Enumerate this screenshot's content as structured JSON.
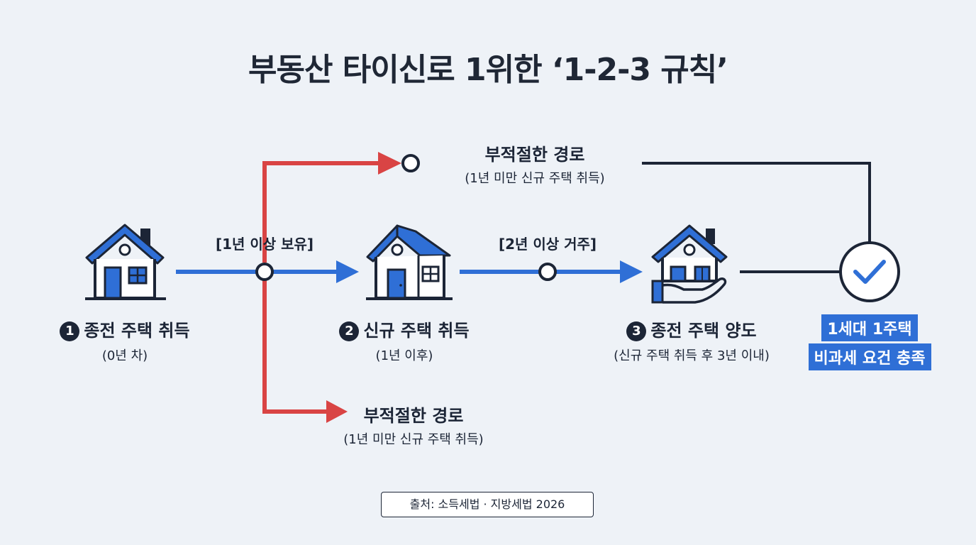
{
  "title": "부동산 타이신로 1위한 ‘1-2-3 규칙’",
  "steps": [
    {
      "number": "1",
      "title": "종전 주택 취득",
      "sub": "(0년 차)"
    },
    {
      "number": "2",
      "title": "신규 주택 취득",
      "sub": "(1년 이후)"
    },
    {
      "number": "3",
      "title": "종전 주택 양도",
      "sub": "(신규 주택 취득 후 3년 이내)"
    }
  ],
  "connectors": {
    "hold": "[1년 이상 보유]",
    "reside": "[2년 이상 거주]"
  },
  "bad_paths": {
    "top": {
      "title": "부적절한 경로",
      "sub": "(1년 미만 신규 주택 취득)"
    },
    "bottom": {
      "title": "부적절한 경로",
      "sub": "(1년 미만 신규 주택 취득)"
    }
  },
  "result": {
    "line1": "1세대 1주택",
    "line2": "비과세 요건 충족"
  },
  "source": "출처: 소득세법 · 지방세법 2026",
  "icons": [
    "house-icon",
    "house-icon",
    "house-in-hand-icon",
    "check-circle-icon"
  ],
  "colors": {
    "blue": "#2f6fd6",
    "red": "#d94444",
    "navy": "#1c2536"
  }
}
